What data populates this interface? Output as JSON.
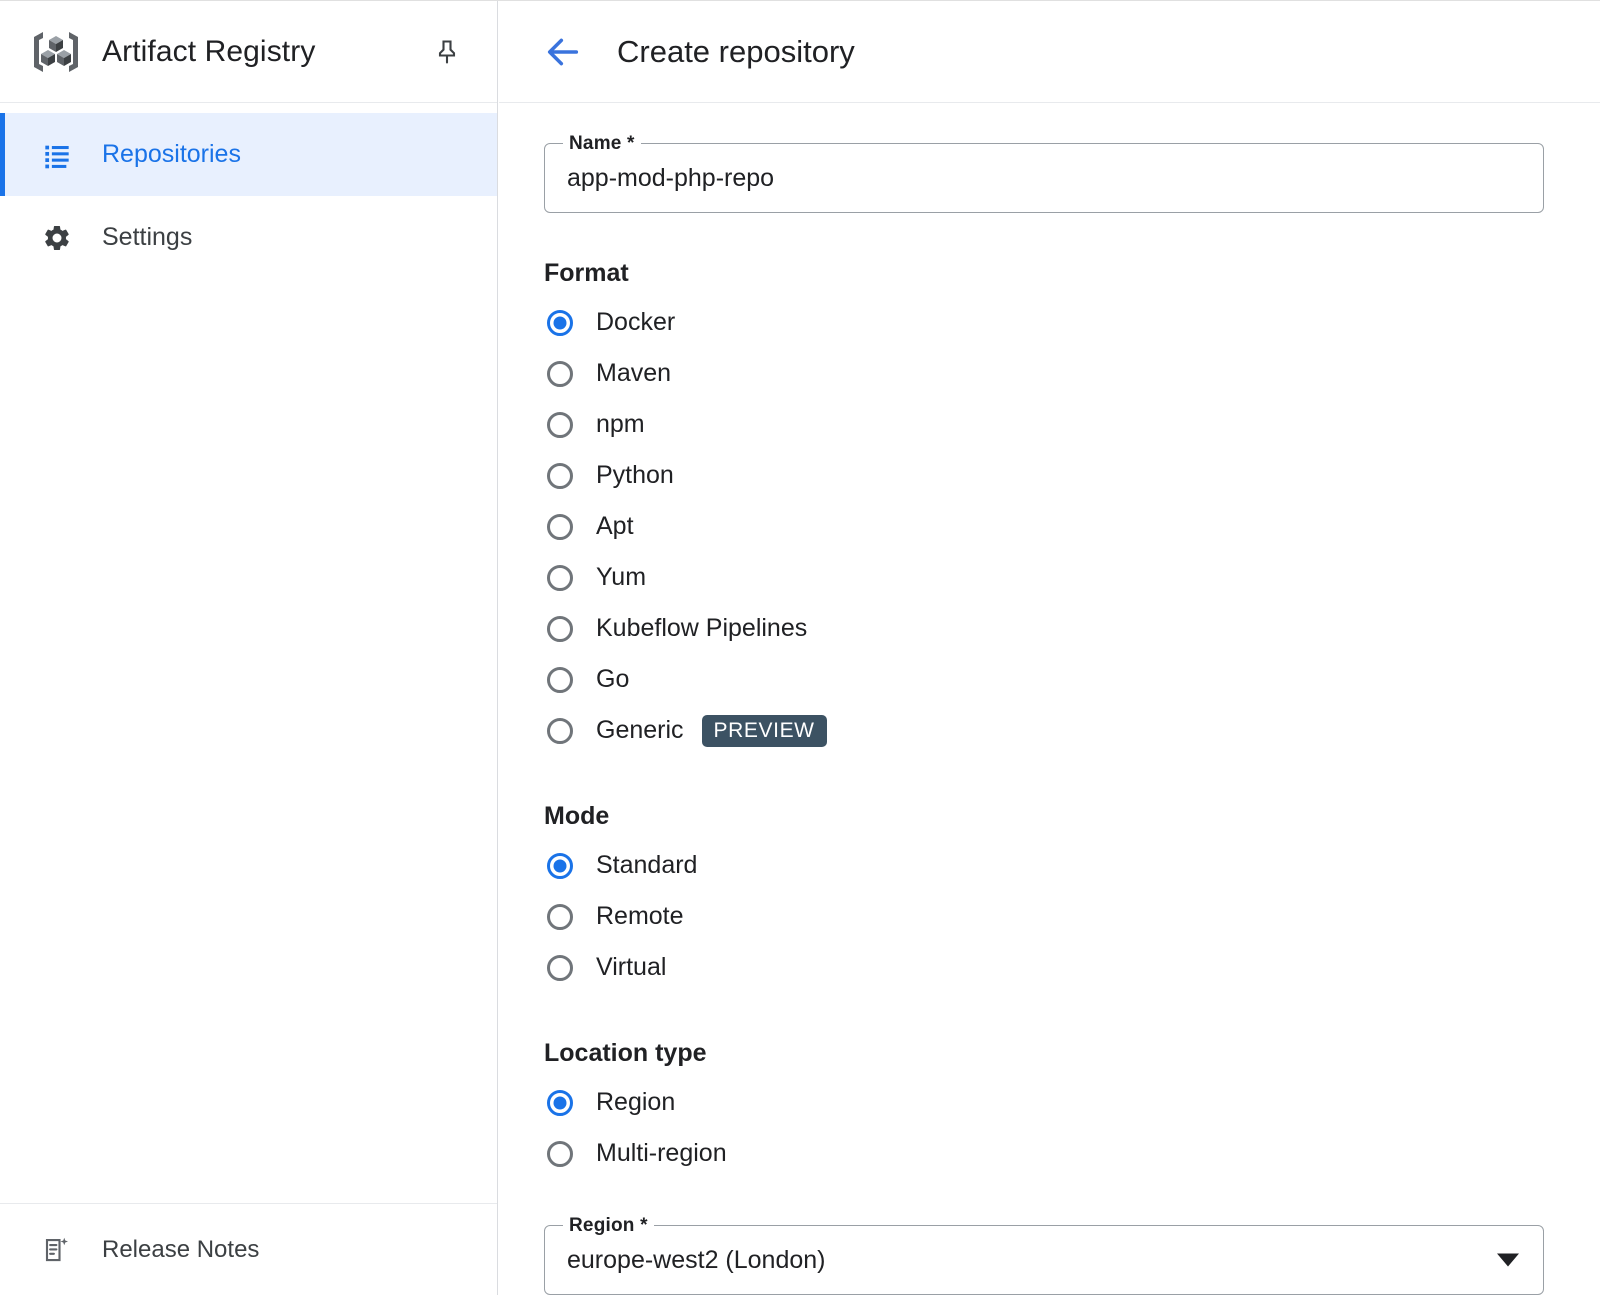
{
  "sidebar": {
    "logo_icon": "artifact-registry-cubes-icon",
    "product_title": "Artifact Registry",
    "pin_icon": "pin-icon",
    "items": [
      {
        "label": "Repositories",
        "icon": "list-icon",
        "active": true
      },
      {
        "label": "Settings",
        "icon": "gear-icon",
        "active": false
      }
    ],
    "footer": {
      "label": "Release Notes",
      "icon": "release-notes-icon"
    }
  },
  "header": {
    "back_icon": "arrow-back-icon",
    "title": "Create repository"
  },
  "form": {
    "name_field": {
      "label": "Name *",
      "value": "app-mod-php-repo",
      "placeholder": ""
    },
    "format": {
      "title": "Format",
      "selected": "Docker",
      "options": [
        {
          "label": "Docker",
          "checked": true
        },
        {
          "label": "Maven",
          "checked": false
        },
        {
          "label": "npm",
          "checked": false
        },
        {
          "label": "Python",
          "checked": false
        },
        {
          "label": "Apt",
          "checked": false
        },
        {
          "label": "Yum",
          "checked": false
        },
        {
          "label": "Kubeflow Pipelines",
          "checked": false
        },
        {
          "label": "Go",
          "checked": false
        },
        {
          "label": "Generic",
          "checked": false,
          "badge": "PREVIEW"
        }
      ]
    },
    "mode": {
      "title": "Mode",
      "selected": "Standard",
      "options": [
        {
          "label": "Standard",
          "checked": true
        },
        {
          "label": "Remote",
          "checked": false
        },
        {
          "label": "Virtual",
          "checked": false
        }
      ]
    },
    "location_type": {
      "title": "Location type",
      "selected": "Region",
      "options": [
        {
          "label": "Region",
          "checked": true
        },
        {
          "label": "Multi-region",
          "checked": false
        }
      ]
    },
    "region_field": {
      "label": "Region *",
      "value": "europe-west2 (London)",
      "dropdown_icon": "chevron-down-icon"
    }
  },
  "colors": {
    "accent_blue": "#1a73e8",
    "active_bg": "#e8f0fe",
    "text_primary": "#202124",
    "text_secondary": "#3c4043",
    "border": "#9aa0a6",
    "badge_bg": "#3c5263"
  }
}
